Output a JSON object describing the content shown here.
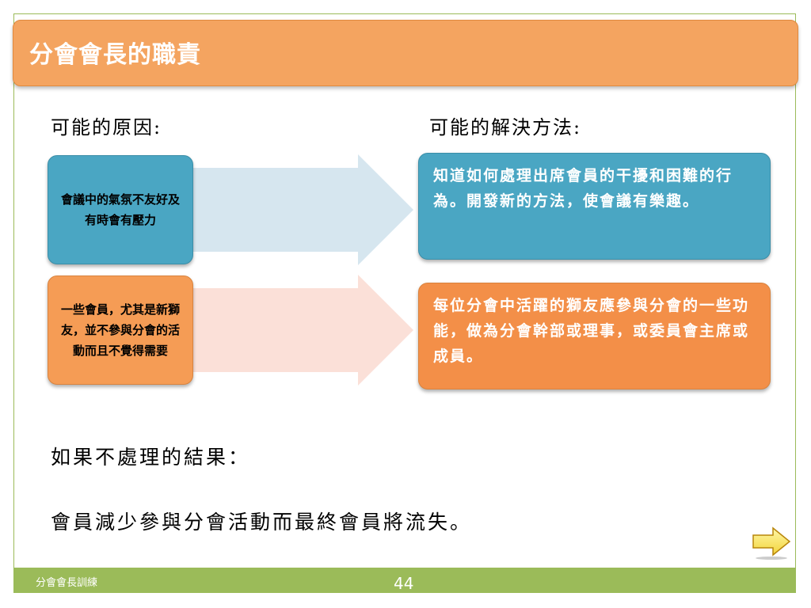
{
  "title": "分會會長的職責",
  "headings": {
    "causes": "可能的原因:",
    "solutions": "可能的解決方法:"
  },
  "causes": [
    {
      "text": "會議中的氣氛不友好及有時會有壓力",
      "color": "#4aa6c3"
    },
    {
      "text": "一些會員，尤其是新獅友，並不參與分會的活動而且不覺得需要",
      "color": "#f59c55"
    }
  ],
  "solutions": [
    {
      "text": "知道如何處理出席會員的干擾和困難的行為。開發新的方法，使會議有樂趣。",
      "color": "#4aa6c3"
    },
    {
      "text": "每位分會中活躍的獅友應參與分會的一些功能，做為分會幹部或理事，或委員會主席或成員。",
      "color": "#f38f48"
    }
  ],
  "consequence": {
    "label": "如果不處理的結果：",
    "text": "會員減少參與分會活動而最終會員將流失。"
  },
  "footer": {
    "left": "分會會長訓練",
    "page": "44"
  },
  "colors": {
    "title_bar": "#f4a460",
    "footer_bar": "#9bbb59",
    "arrow_blue": "#d6e6ef",
    "arrow_pink": "#fbe0d8"
  },
  "icons": {
    "next": "next-arrow-icon"
  }
}
